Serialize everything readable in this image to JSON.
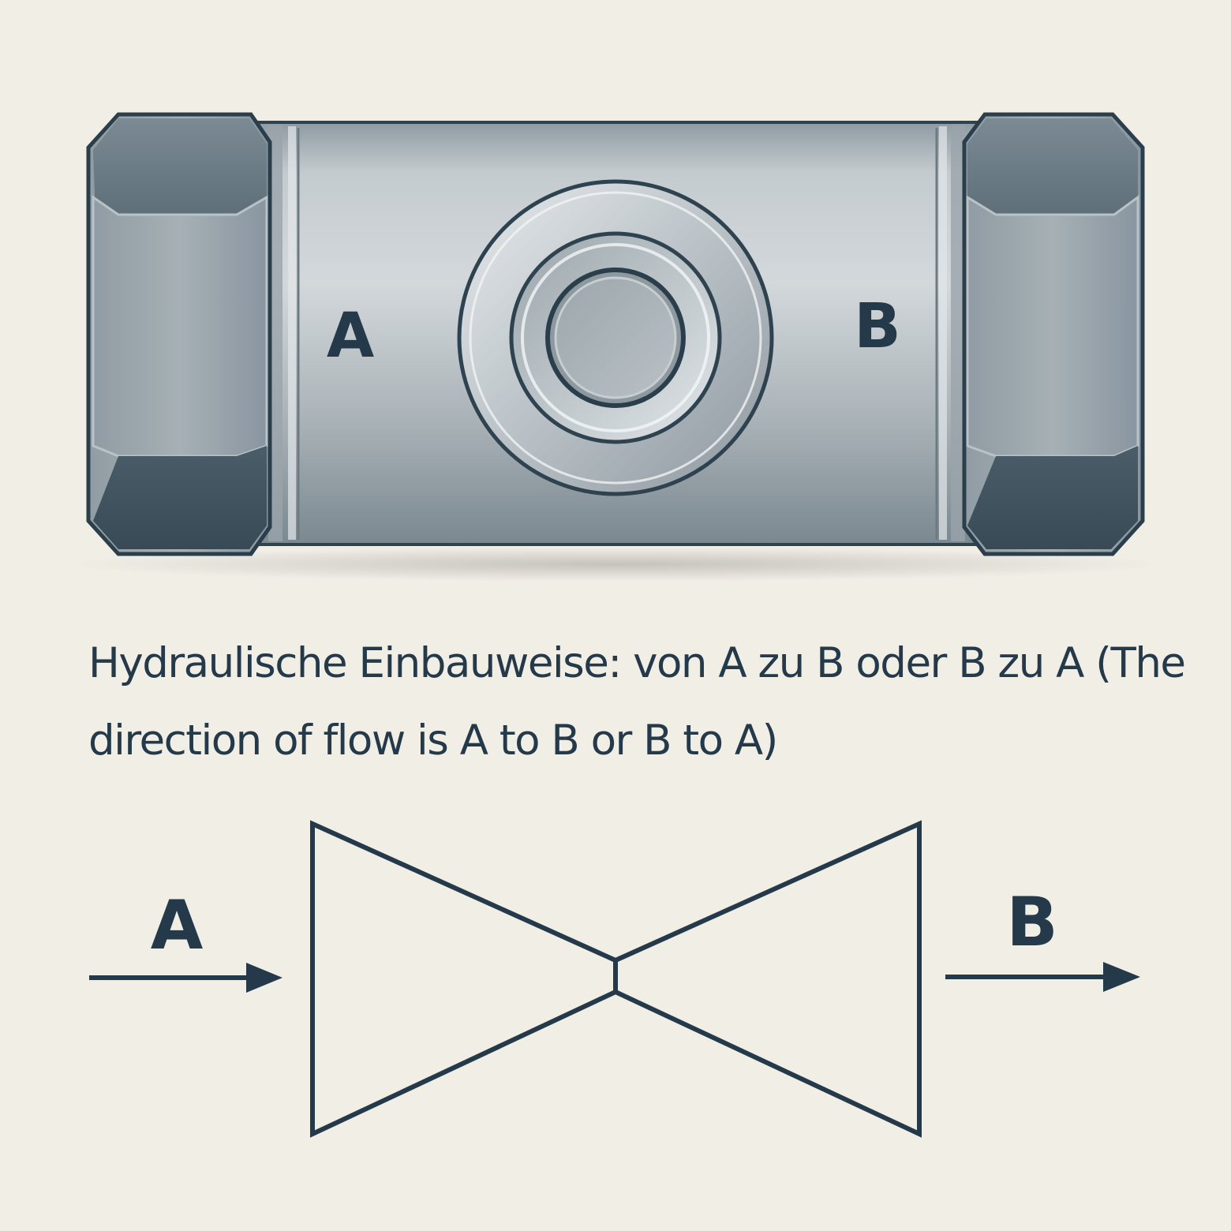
{
  "valve_body": {
    "port_a_label": "A",
    "port_b_label": "B"
  },
  "caption": {
    "text": "Hydraulische Einbauweise: von A zu B oder B zu A (The direction of flow is A to B or B to A)"
  },
  "symbol": {
    "inlet_label": "A",
    "outlet_label": "B"
  },
  "colors": {
    "background": "#f1eee6",
    "ink": "#24394a",
    "metal_light": "#c9d0d4",
    "metal_dark": "#5a6a74"
  }
}
